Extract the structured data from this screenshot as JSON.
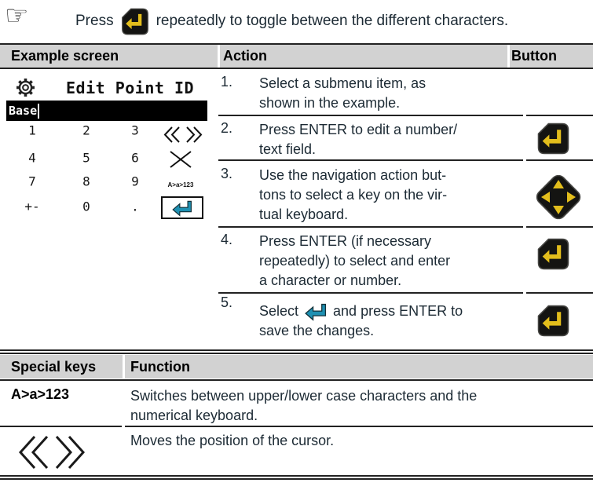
{
  "note": {
    "prefix": "Press",
    "suffix": "repeatedly to toggle between the different characters.",
    "icon": "enter-key"
  },
  "action_table": {
    "headers": {
      "col1": "Example screen",
      "col2": "Action",
      "col3": "Button"
    },
    "steps": [
      {
        "num": "1.",
        "lines": [
          "Select a submenu item, as",
          "shown in the example."
        ],
        "button": "none"
      },
      {
        "num": "2.",
        "lines": [
          "Press ENTER to edit a number/",
          "text field."
        ],
        "button": "enter-key"
      },
      {
        "num": "3.",
        "lines": [
          "Use the navigation action but-",
          "tons to select a key on the vir-",
          "tual keyboard."
        ],
        "button": "nav-pad"
      },
      {
        "num": "4.",
        "lines": [
          "Press ENTER (if necessary",
          "repeatedly) to select and enter",
          "a character or number."
        ],
        "button": "enter-key"
      },
      {
        "num": "5.",
        "line1_pre": "Select",
        "line1_post": "and press ENTER to",
        "line2": "save the changes.",
        "inline_icon": "enter-save",
        "button": "enter-key"
      }
    ]
  },
  "example_screen": {
    "title": "Edit Point ID",
    "field_value": "Base",
    "keypad": {
      "row1": [
        "1",
        "2",
        "3"
      ],
      "row2": [
        "4",
        "5",
        "6"
      ],
      "row3": [
        "7",
        "8",
        "9"
      ],
      "row4": [
        "+-",
        "0",
        "."
      ],
      "shift_label": "A>a>123",
      "special": [
        "cursor-keys",
        "delete",
        "shift",
        "enter-save"
      ]
    }
  },
  "special_keys_table": {
    "headers": {
      "col1": "Special keys",
      "col2": "Function"
    },
    "rows": [
      {
        "key": "A>a>123",
        "function_lines": [
          "Switches between upper/lower case characters and the",
          "numerical keyboard."
        ]
      },
      {
        "key": "<< >>",
        "key_icon": "cursor-keys",
        "function_lines": [
          "Moves the position of the cursor."
        ]
      }
    ]
  },
  "colors": {
    "key_yellow": "#E3BE1C",
    "key_black": "#141412",
    "enter_teal": "#1E90B2",
    "header_gray": "#D2D2D2",
    "body_text": "#1C2A34"
  }
}
